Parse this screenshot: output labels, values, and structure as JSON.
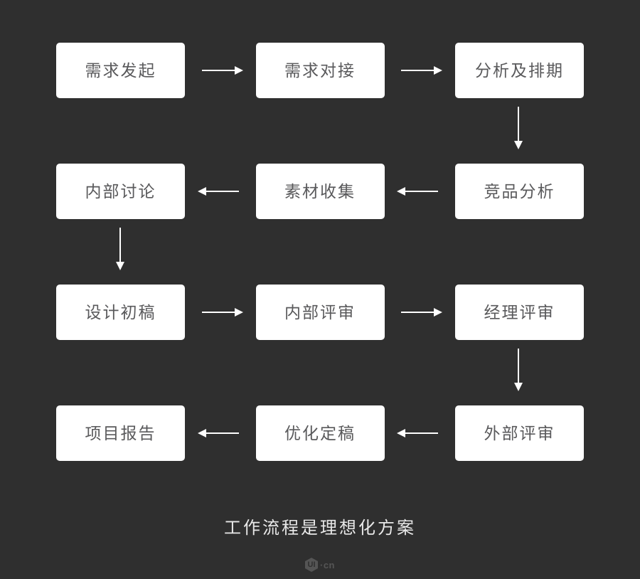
{
  "diagram": {
    "background_color": "#2f2f2f",
    "node_fill": "#ffffff",
    "node_text_color": "#59595b",
    "connector_color": "#ffffff",
    "caption": "工作流程是理想化方案",
    "type": "flowchart",
    "rows": [
      {
        "direction": "right",
        "nodes": [
          {
            "label": "需求发起"
          },
          {
            "label": "需求对接"
          },
          {
            "label": "分析及排期"
          }
        ]
      },
      {
        "direction": "left",
        "nodes": [
          {
            "label": "内部讨论"
          },
          {
            "label": "素材收集"
          },
          {
            "label": "竞品分析"
          }
        ]
      },
      {
        "direction": "right",
        "nodes": [
          {
            "label": "设计初稿"
          },
          {
            "label": "内部评审"
          },
          {
            "label": "经理评审"
          }
        ]
      },
      {
        "direction": "left",
        "nodes": [
          {
            "label": "项目报告"
          },
          {
            "label": "优化定稿"
          },
          {
            "label": "外部评审"
          }
        ]
      }
    ],
    "vertical_connectors": [
      {
        "name": "arrow-row1-to-row2",
        "from": "分析及排期",
        "to": "竞品分析",
        "direction": "down"
      },
      {
        "name": "arrow-row2-to-row3",
        "from": "内部讨论",
        "to": "设计初稿",
        "direction": "down"
      },
      {
        "name": "arrow-row3-to-row4",
        "from": "经理评审",
        "to": "外部评审",
        "direction": "down"
      }
    ]
  },
  "watermark": {
    "mark": "UI",
    "text": "·cn"
  }
}
